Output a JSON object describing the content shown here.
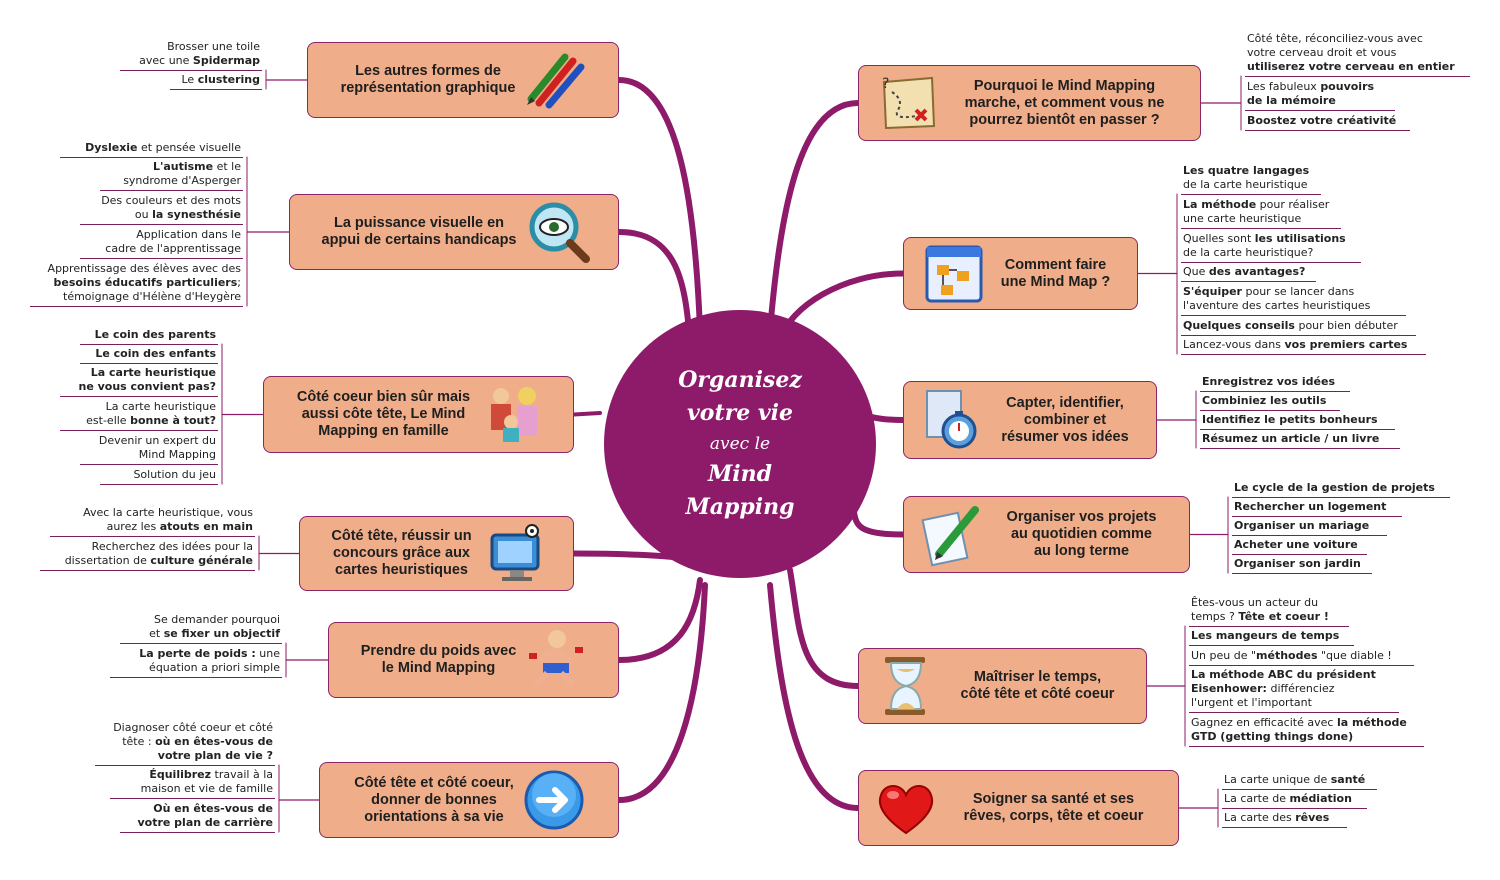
{
  "center": {
    "line1": "Organisez",
    "line2": "votre vie",
    "line3": "avec le",
    "line4": "Mind",
    "line5": "Mapping",
    "color": "#8e1a6a"
  },
  "colors": {
    "topic_fill": "#efad8a",
    "topic_border": "#8a2566",
    "branch": "#8e1a6a"
  },
  "left_topics": [
    {
      "label": "Les autres formes de\nreprésentation graphique",
      "icon": "colored-pencils-icon",
      "subs": [
        {
          "text": "Brosser une toile\navec une ",
          "bold": "Spidermap",
          "tail": ""
        },
        {
          "text": "Le ",
          "bold": "clustering",
          "tail": ""
        }
      ]
    },
    {
      "label": "La puissance visuelle en\nappui de certains handicaps",
      "icon": "magnifier-eye-icon",
      "subs": [
        {
          "text": "",
          "bold": "Dyslexie",
          "tail": " et pensée visuelle"
        },
        {
          "text": "",
          "bold": "L'autisme",
          "tail": " et le\nsyndrome d'Asperger"
        },
        {
          "text": "Des couleurs et des mots\nou ",
          "bold": "la synesthésie",
          "tail": ""
        },
        {
          "text": "Application dans le\ncadre de l'apprentissage",
          "bold": "",
          "tail": ""
        },
        {
          "text": "Apprentissage des élèves avec des\n",
          "bold": "besoins éducatifs particuliers",
          "tail": ";\ntémoignage d'Hélène d'Heygère"
        }
      ]
    },
    {
      "label": "Côté coeur bien sûr mais\naussi côte tête, Le Mind\nMapping en famille",
      "icon": "family-icon",
      "subs": [
        {
          "text": "",
          "bold": "Le coin des parents",
          "tail": ""
        },
        {
          "text": "",
          "bold": "Le coin des enfants",
          "tail": ""
        },
        {
          "text": "",
          "bold": "La carte heuristique\nne vous convient pas?",
          "tail": ""
        },
        {
          "text": "La carte heuristique\nest-elle ",
          "bold": "bonne à tout?",
          "tail": ""
        },
        {
          "text": "Devenir un expert du\nMind Mapping",
          "bold": "",
          "tail": ""
        },
        {
          "text": "Solution du jeu",
          "bold": "",
          "tail": ""
        }
      ]
    },
    {
      "label": "Côté tête, réussir un\nconcours grâce aux\ncartes heuristiques",
      "icon": "computer-monitor-icon",
      "subs": [
        {
          "text": "Avec la carte heuristique, vous\naurez les ",
          "bold": "atouts en main",
          "tail": ""
        },
        {
          "text": "Recherchez des idées pour la\ndissertation de ",
          "bold": "culture générale",
          "tail": ""
        }
      ]
    },
    {
      "label": "Prendre du poids avec\nle Mind Mapping",
      "icon": "runner-icon",
      "subs": [
        {
          "text": "Se demander pourquoi\net ",
          "bold": "se fixer un objectif",
          "tail": ""
        },
        {
          "text": "",
          "bold": "La perte de poids :",
          "tail": " une\néquation a priori simple"
        }
      ]
    },
    {
      "label": "Côté tête et côté coeur,\ndonner de bonnes\norientations à sa vie",
      "icon": "arrow-circle-icon",
      "subs": [
        {
          "text": "Diagnoser côté coeur et côté\ntête : ",
          "bold": "où en êtes-vous de\nvotre plan de vie ?",
          "tail": ""
        },
        {
          "text": "",
          "bold": "Équilibrez",
          "tail": " travail à la\nmaison et vie de famille"
        },
        {
          "text": "",
          "bold": "Où en êtes-vous de\nvotre plan de carrière",
          "tail": ""
        }
      ]
    }
  ],
  "right_topics": [
    {
      "label": "Pourquoi le Mind Mapping\nmarche, et comment vous ne\npourrez bientôt en passer ?",
      "icon": "treasure-map-icon",
      "subs": [
        {
          "text": "Côté tête, réconciliez-vous avec\nvotre cerveau droit et vous\n",
          "bold": "utiliserez votre cerveau en entier",
          "tail": ""
        },
        {
          "text": "Les fabuleux ",
          "bold": "pouvoirs\nde la mémoire",
          "tail": ""
        },
        {
          "text": "",
          "bold": "Boostez votre créativité",
          "tail": ""
        }
      ]
    },
    {
      "label": "Comment faire\nune Mind Map ?",
      "icon": "window-diagram-icon",
      "subs": [
        {
          "text": "",
          "bold": "Les quatre langages",
          "tail": "\nde la carte heuristique"
        },
        {
          "text": "",
          "bold": "La méthode",
          "tail": " pour réaliser\nune carte heuristique"
        },
        {
          "text": "Quelles sont ",
          "bold": "les utilisations",
          "tail": "\nde la carte heuristique?"
        },
        {
          "text": "Que ",
          "bold": "des avantages?",
          "tail": ""
        },
        {
          "text": "",
          "bold": "S'équiper",
          "tail": " pour se lancer dans\nl'aventure des cartes heuristiques"
        },
        {
          "text": "",
          "bold": "Quelques conseils",
          "tail": " pour bien débuter"
        },
        {
          "text": "Lancez-vous dans ",
          "bold": "vos premiers cartes",
          "tail": ""
        }
      ]
    },
    {
      "label": "Capter, identifier,\ncombiner et\nrésumer vos idées",
      "icon": "document-stopwatch-icon",
      "subs": [
        {
          "text": "",
          "bold": "Enregistrez vos idées",
          "tail": ""
        },
        {
          "text": "",
          "bold": "Combiniez les outils",
          "tail": ""
        },
        {
          "text": "",
          "bold": "Identifiez le petits bonheurs",
          "tail": ""
        },
        {
          "text": "",
          "bold": "Résumez un article / un livre",
          "tail": ""
        }
      ]
    },
    {
      "label": "Organiser vos projets\nau quotidien comme\nau long terme",
      "icon": "pen-paper-icon",
      "subs": [
        {
          "text": "",
          "bold": "Le cycle de la gestion de projets",
          "tail": ""
        },
        {
          "text": "",
          "bold": "Rechercher un logement",
          "tail": ""
        },
        {
          "text": "",
          "bold": "Organiser un mariage",
          "tail": ""
        },
        {
          "text": "",
          "bold": "Acheter une voiture",
          "tail": ""
        },
        {
          "text": "",
          "bold": "Organiser son jardin",
          "tail": ""
        }
      ]
    },
    {
      "label": "Maîtriser le temps,\ncôté tête et côté coeur",
      "icon": "hourglass-icon",
      "subs": [
        {
          "text": "Êtes-vous un acteur du\ntemps ? ",
          "bold": "Tête et coeur !",
          "tail": ""
        },
        {
          "text": "",
          "bold": "Les mangeurs de temps",
          "tail": ""
        },
        {
          "text": "Un peu de \"",
          "bold": "méthodes",
          "tail": " \"que diable !"
        },
        {
          "text": "",
          "bold": "La méthode ABC du président\nEisenhower:",
          "tail": " différenciez\nl'urgent et l'important"
        },
        {
          "text": "Gagnez en efficacité avec ",
          "bold": "la méthode\nGTD (getting things done)",
          "tail": ""
        }
      ]
    },
    {
      "label": "Soigner sa santé  et ses\nrêves, corps, tête et coeur",
      "icon": "heart-icon",
      "subs": [
        {
          "text": "La carte unique de ",
          "bold": "santé",
          "tail": ""
        },
        {
          "text": "La carte de ",
          "bold": "médiation",
          "tail": ""
        },
        {
          "text": "La carte  des ",
          "bold": "rêves",
          "tail": ""
        }
      ]
    }
  ]
}
